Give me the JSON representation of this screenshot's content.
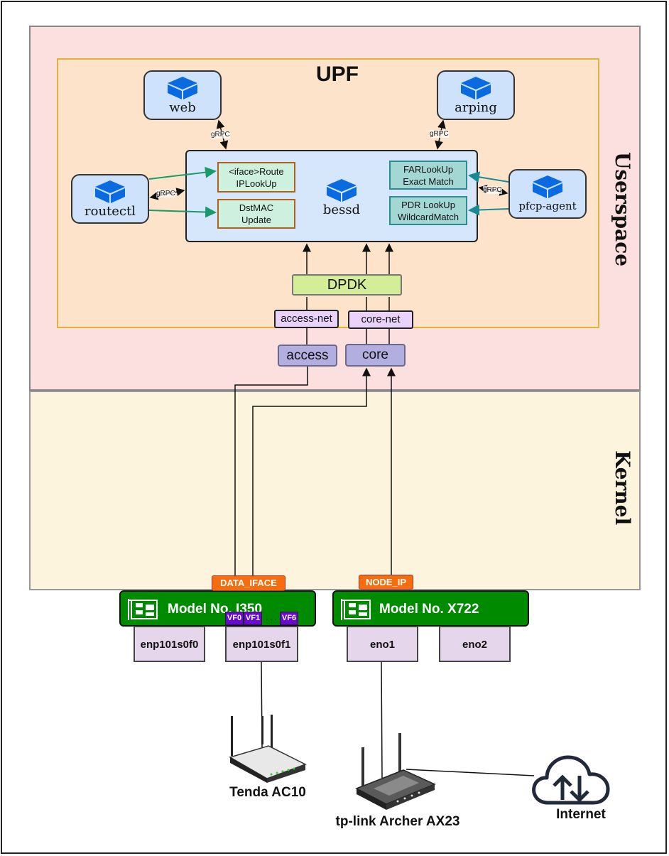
{
  "regions": {
    "userspace_label": "Userspace",
    "kernel_label": "Kernel",
    "upf_title": "UPF"
  },
  "services": {
    "web": "web",
    "arping": "arping",
    "routectl": "routectl",
    "pfcp_agent": "pfcp-agent",
    "bessd": "bessd"
  },
  "bessd_modules": {
    "route_line1": "<iface>Route",
    "route_line2": "IPLookUp",
    "dstmac_line1": "DstMAC",
    "dstmac_line2": "Update",
    "far_line1": "FARLookUp",
    "far_line2": "Exact Match",
    "pdr_line1": "PDR LookUp",
    "pdr_line2": "WildcardMatch"
  },
  "grpc_labels": [
    "gRPC",
    "gRPC",
    "gRPC",
    "gRPC"
  ],
  "dpdk": "DPDK",
  "networks": {
    "access_net": "access-net",
    "core_net": "core-net"
  },
  "ports": {
    "access": "access",
    "core": "core"
  },
  "tags": {
    "data_iface": "DATA_IFACE",
    "node_ip": "NODE_IP"
  },
  "nics": {
    "i350": {
      "title": "Model No. I350",
      "vfs": [
        "VF0",
        "VF1",
        "VF6"
      ],
      "vf_ellipsis": ". . .",
      "ifaces": [
        "enp101s0f0",
        "enp101s0f1"
      ]
    },
    "x722": {
      "title": "Model No. X722",
      "ifaces": [
        "eno1",
        "eno2"
      ]
    }
  },
  "devices": {
    "tenda": "Tenda AC10",
    "tplink": "tp-link Archer AX23",
    "internet": "Internet"
  },
  "colors": {
    "userspace_bg": "#fbe0df",
    "kernel_bg": "#fdf4dd",
    "upf_bg": "#fde3c9",
    "nic_green": "#008a00",
    "tag_orange": "#f56d0c",
    "vf_purple": "#6b07d2",
    "cube_blue": "#0a6be0"
  }
}
